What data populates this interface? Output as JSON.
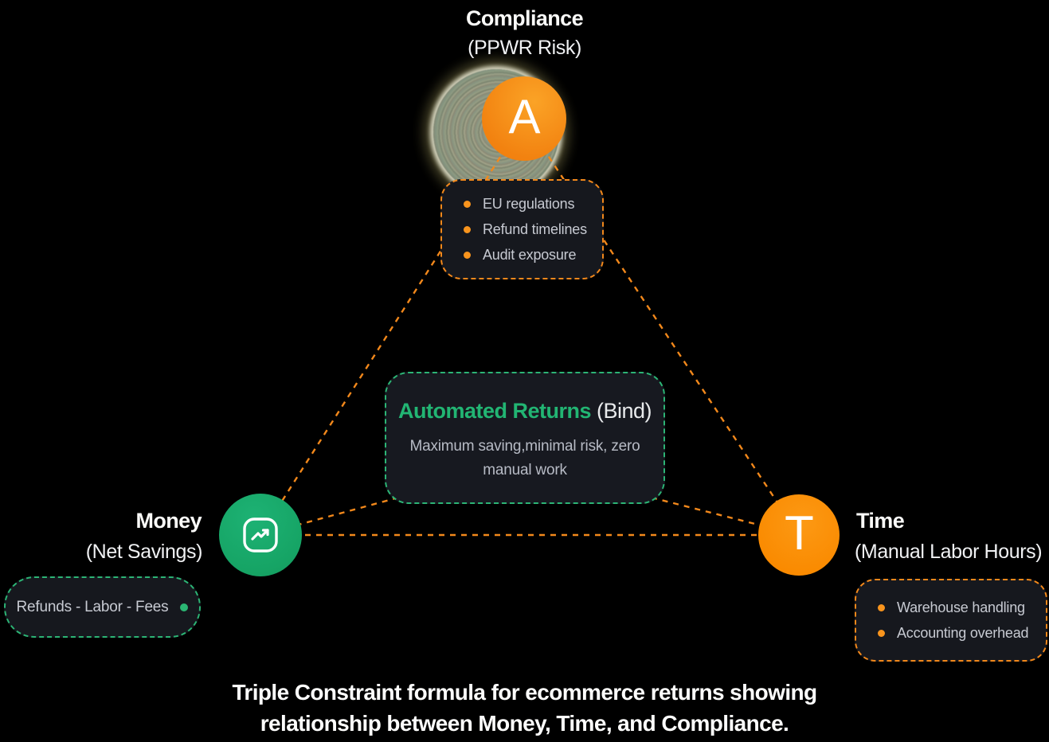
{
  "colors": {
    "background": "#000000",
    "orange_accent": "#F2881B",
    "orange_circle": "#F98A10",
    "green_accent": "#2CB475",
    "green_circle": "#16A465",
    "box_background": "#16181E",
    "body_text": "#C7CAD2",
    "heading_text": "#FAFAF8"
  },
  "compliance": {
    "title": "Compliance",
    "subtitle": "(PPWR Risk)",
    "letter": "A",
    "items": [
      "EU regulations",
      "Refund timelines",
      "Audit exposure"
    ]
  },
  "money": {
    "title": "Money",
    "subtitle": "(Net Savings)",
    "icon": "trending-up-icon",
    "chip_text": "Refunds - Labor - Fees"
  },
  "time": {
    "title": "Time",
    "subtitle": "(Manual Labor Hours)",
    "letter": "T",
    "items": [
      "Warehouse handling",
      "Accounting overhead"
    ]
  },
  "center": {
    "title": "Automated Returns",
    "title_suffix": " (Bind)",
    "description": "Maximum saving,minimal risk, zero manual work"
  },
  "caption": {
    "line1": "Triple Constraint formula for ecommerce returns showing",
    "line2": "relationship between Money, Time, and Compliance."
  }
}
